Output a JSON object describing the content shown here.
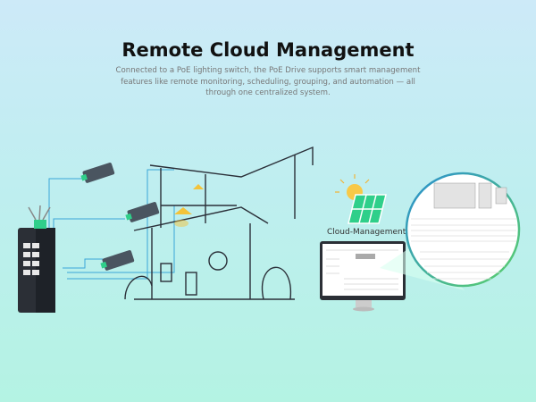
{
  "header": {
    "title": "Remote Cloud Management",
    "description": "Connected to a PoE lighting switch, the PoE Drive supports smart management features like remote monitoring, scheduling, grouping, and automation — all through one centralized system."
  },
  "cloud": {
    "label": "Cloud-Management"
  },
  "colors": {
    "accent": "#2fcf8a",
    "cable": "#3aa6d8",
    "ring_start": "#2a8fd0",
    "ring_end": "#5bd06a"
  }
}
